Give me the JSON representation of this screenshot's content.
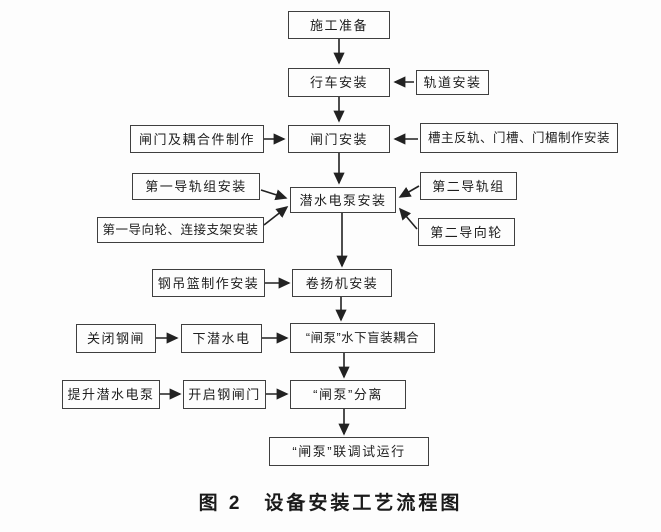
{
  "figure": {
    "caption": "图 2　设备安装工艺流程图"
  },
  "flowchart": {
    "colors": {
      "box_border": "#3f3f3f",
      "line": "#222222",
      "text": "#1e1e1e",
      "background": "#fdfdfd"
    },
    "nodes": {
      "prep": {
        "label": "施工准备"
      },
      "crane": {
        "label": "行车安装"
      },
      "track": {
        "label": "轨道安装"
      },
      "gate_fab": {
        "label": "闸门及耦合件制作"
      },
      "gate_inst": {
        "label": "闸门安装"
      },
      "slot_fab": {
        "label": "槽主反轨、门槽、门楣制作安装"
      },
      "rail1": {
        "label": "第一导轨组安装"
      },
      "pump_inst": {
        "label": "潜水电泵安装"
      },
      "rail2": {
        "label": "第二导轨组"
      },
      "wheel1": {
        "label": "第一导向轮、连接支架安装"
      },
      "wheel2": {
        "label": "第二导向轮"
      },
      "basket": {
        "label": "钢吊篮制作安装"
      },
      "winch": {
        "label": "卷扬机安装"
      },
      "close_gate": {
        "label": "关闭钢闸"
      },
      "lower_pump": {
        "label": "下潜水电"
      },
      "coupling": {
        "label": "“闸泵”水下盲装耦合"
      },
      "lift_pump": {
        "label": "提升潜水电泵"
      },
      "open_gate": {
        "label": "开启钢闸门"
      },
      "separate": {
        "label": "“闸泵”分离"
      },
      "trial": {
        "label": "“闸泵”联调试运行"
      }
    },
    "edges": [
      {
        "from": "prep",
        "to": "crane"
      },
      {
        "from": "track",
        "to": "crane"
      },
      {
        "from": "crane",
        "to": "gate_inst"
      },
      {
        "from": "gate_fab",
        "to": "gate_inst"
      },
      {
        "from": "slot_fab",
        "to": "gate_inst"
      },
      {
        "from": "gate_inst",
        "to": "pump_inst"
      },
      {
        "from": "rail1",
        "to": "pump_inst"
      },
      {
        "from": "wheel1",
        "to": "pump_inst"
      },
      {
        "from": "rail2",
        "to": "pump_inst"
      },
      {
        "from": "wheel2",
        "to": "pump_inst"
      },
      {
        "from": "pump_inst",
        "to": "winch"
      },
      {
        "from": "basket",
        "to": "winch"
      },
      {
        "from": "winch",
        "to": "coupling"
      },
      {
        "from": "close_gate",
        "to": "lower_pump"
      },
      {
        "from": "lower_pump",
        "to": "coupling"
      },
      {
        "from": "coupling",
        "to": "separate"
      },
      {
        "from": "lift_pump",
        "to": "open_gate"
      },
      {
        "from": "open_gate",
        "to": "separate"
      },
      {
        "from": "separate",
        "to": "trial"
      }
    ]
  }
}
